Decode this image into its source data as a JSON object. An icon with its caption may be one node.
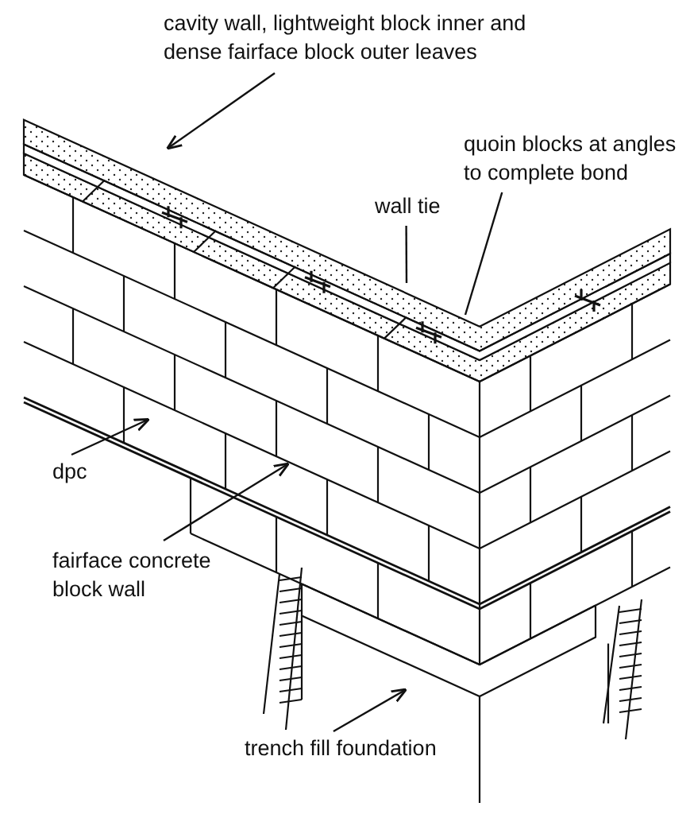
{
  "diagram": {
    "nodes": [
      {
        "text": [
          "cavity wall, lightweight block inner and dense fairface block outer leaves"
        ]
      },
      {
        "text": [
          "quoin blocks at angles to complete bond"
        ]
      },
      {
        "text": [
          "wall tie"
        ]
      },
      {
        "text": [
          "dpc"
        ]
      },
      {
        "text": [
          "fairface concrete block wall"
        ]
      },
      {
        "text": [
          "trench fill foundation"
        ]
      }
    ],
    "edges": [
      {
        "from": 0,
        "to": null,
        "arrow": "to"
      },
      {
        "from": 1,
        "to": null,
        "arrow": "none"
      },
      {
        "from": 2,
        "to": null,
        "arrow": "none"
      },
      {
        "from": 3,
        "to": null,
        "arrow": "to"
      },
      {
        "from": 4,
        "to": null,
        "arrow": "to"
      },
      {
        "from": 5,
        "to": null,
        "arrow": "to"
      }
    ]
  }
}
